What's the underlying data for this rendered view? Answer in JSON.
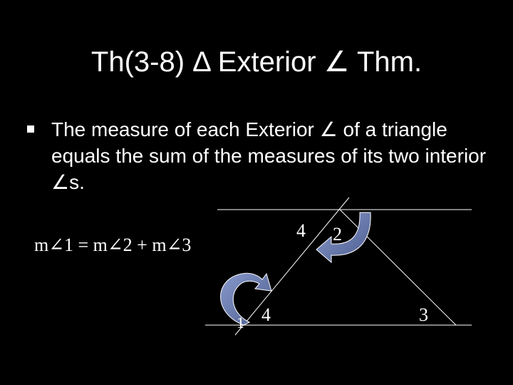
{
  "slide": {
    "title": "Th(3-8)  Δ Exterior ∠ Thm.",
    "bullet": "The measure of each Exterior ∠ of a triangle equals the sum of the measures of its two interior ∠s.",
    "equation": "m∠1 = m∠2 + m∠3"
  },
  "diagram": {
    "label_1": "1",
    "label_4_bottom": "4",
    "label_4_top": "4",
    "label_2": "2",
    "label_3": "3",
    "colors": {
      "background": "#000000",
      "text": "#ffffff",
      "lines": "#ffffff",
      "arrow_fill": "#6677aa",
      "arrow_stroke": "#ffffff"
    }
  }
}
